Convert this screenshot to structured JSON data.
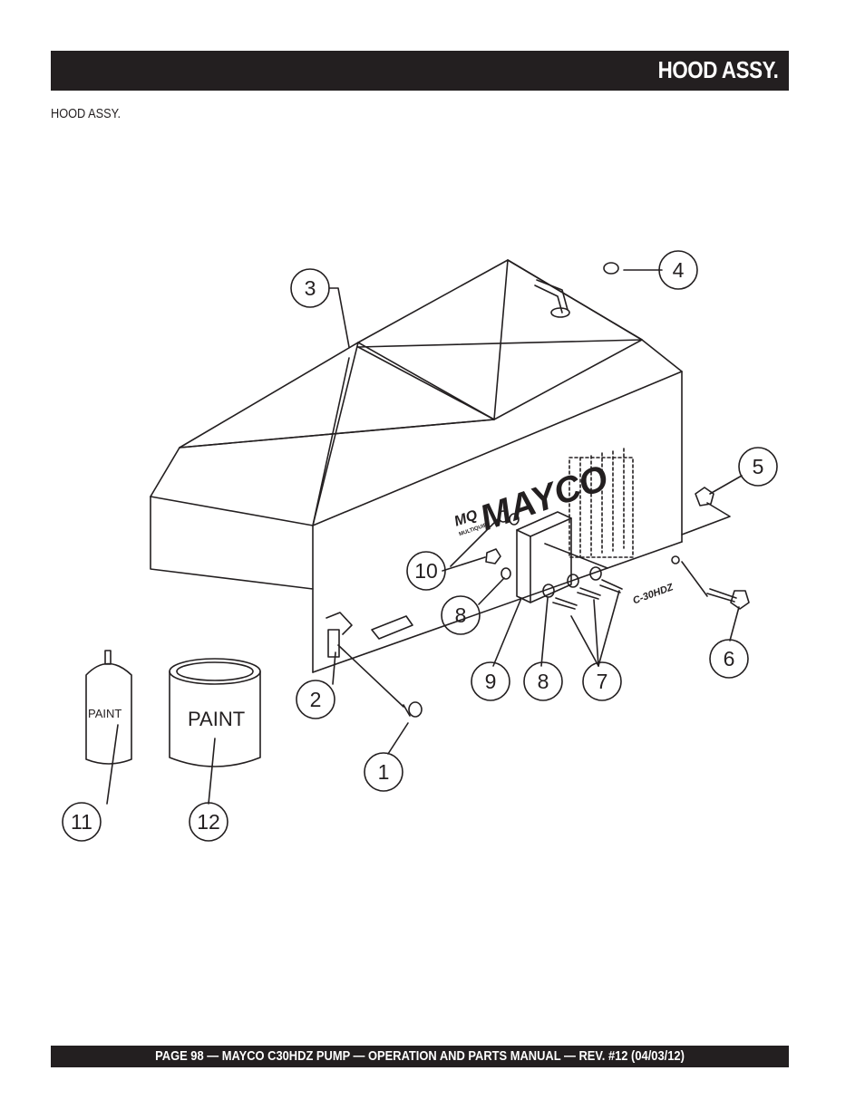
{
  "header": {
    "title": "HOOD ASSY."
  },
  "subtitle": "HOOD ASSY.",
  "diagram": {
    "brand_logo": "MAYCO",
    "logo_mark": "MQ",
    "logo_sub": "MULTIQUIP",
    "model_label": "C-30HDZ",
    "can_label": "PAINT",
    "spray_label": "PAINT",
    "callouts": [
      "1",
      "2",
      "3",
      "4",
      "5",
      "6",
      "7",
      "8",
      "8",
      "9",
      "10",
      "11",
      "12"
    ]
  },
  "footer": {
    "text": "PAGE 98 — MAYCO C30HDZ PUMP — OPERATION AND PARTS MANUAL — REV. #12 (04/03/12)"
  }
}
